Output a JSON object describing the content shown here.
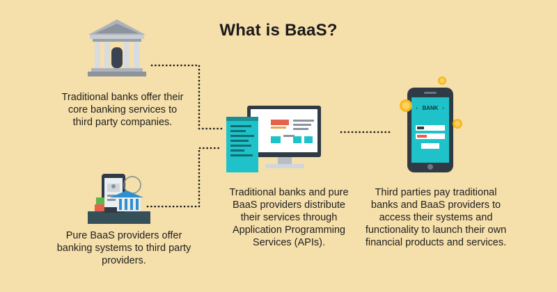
{
  "title": "What is BaaS?",
  "captions": {
    "traditional_banks": "Traditional banks offer their core banking services to third party companies.",
    "pure_baas": "Pure BaaS providers offer banking systems to third party providers.",
    "apis": "Traditional banks and pure BaaS providers distribute their services through Application Programming Services (APIs).",
    "third_parties": "Third parties pay traditional banks and BaaS providers to access their systems and functionality to launch their own financial products and services."
  },
  "phone_screen": {
    "header_label": "BANK"
  },
  "icons": {
    "bank": "bank-building-icon",
    "pure_baas": "mobile-bank-icon",
    "computer": "desktop-computer-icon",
    "phone": "smartphone-bank-icon",
    "coin": "coin-icon"
  },
  "colors": {
    "background": "#f5dfaa",
    "dots": "#1a1a1a",
    "teal": "#1fc2c9",
    "dark": "#2f3a45",
    "coin": "#f9b81c",
    "accent_red": "#e8604c"
  }
}
